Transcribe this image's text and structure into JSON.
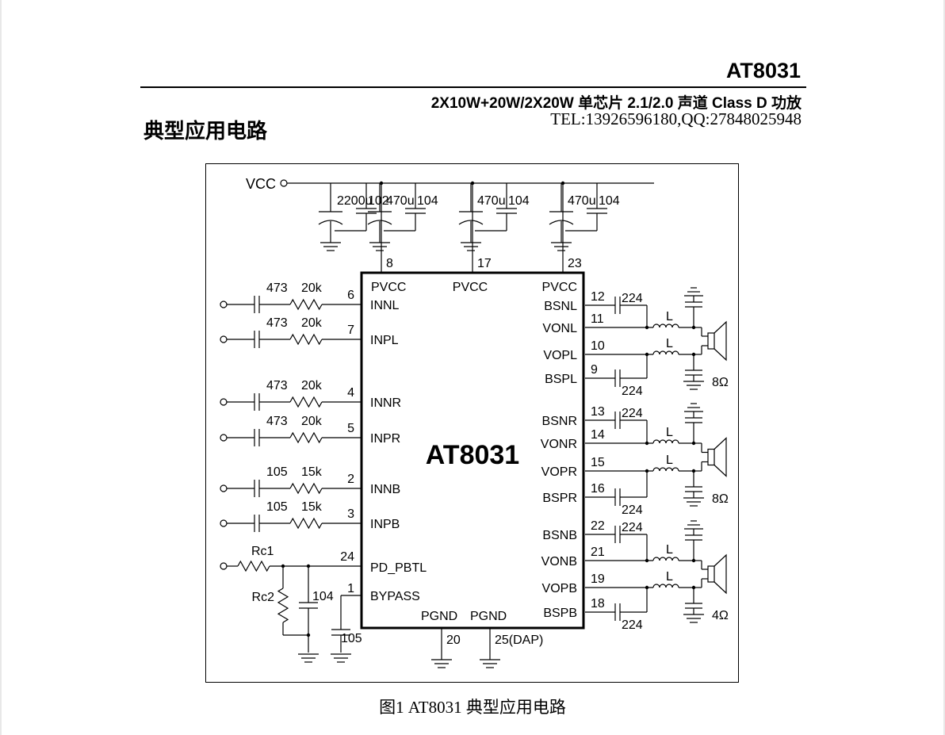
{
  "header": {
    "part_number": "AT8031",
    "subtitle": "2X10W+20W/2X20W 单芯片 2.1/2.0 声道 Class D 功放",
    "contact": "TEL:13926596180,QQ:27848025948"
  },
  "section_title": "典型应用电路",
  "schematic": {
    "chip_name": "AT8031",
    "supply": {
      "label": "VCC",
      "cap_groups": [
        {
          "bulk": "2200u",
          "decoupling": "102",
          "pin": ""
        },
        {
          "bulk": "470u",
          "decoupling": "104",
          "pin": "8"
        },
        {
          "bulk": "470u",
          "decoupling": "104",
          "pin": "17"
        },
        {
          "bulk": "470u",
          "decoupling": "104",
          "pin": "23"
        }
      ]
    },
    "top_pins": [
      "PVCC",
      "PVCC",
      "PVCC"
    ],
    "inputs": [
      {
        "cap": "473",
        "res": "20k",
        "pin": "6",
        "name": "INNL"
      },
      {
        "cap": "473",
        "res": "20k",
        "pin": "7",
        "name": "INPL"
      },
      {
        "cap": "473",
        "res": "20k",
        "pin": "4",
        "name": "INNR"
      },
      {
        "cap": "473",
        "res": "20k",
        "pin": "5",
        "name": "INPR"
      },
      {
        "cap": "105",
        "res": "15k",
        "pin": "2",
        "name": "INNB"
      },
      {
        "cap": "105",
        "res": "15k",
        "pin": "3",
        "name": "INPB"
      }
    ],
    "pd": {
      "res_top": "Rc1",
      "res_bottom": "Rc2",
      "cap": "104",
      "pin": "24",
      "name": "PD_PBTL"
    },
    "bypass": {
      "pin": "1",
      "name": "BYPASS",
      "cap": "105"
    },
    "ground_pins": [
      {
        "name": "PGND",
        "pin": "20"
      },
      {
        "name": "PGND",
        "pin": "25(DAP)"
      }
    ],
    "outputs": [
      {
        "bs1_name": "BSNL",
        "bs1_pin": "12",
        "vo1_name": "VONL",
        "vo1_pin": "11",
        "vo2_name": "VOPL",
        "vo2_pin": "10",
        "bs2_name": "BSPL",
        "bs2_pin": "9",
        "boot_cap": "224",
        "inductor": "L",
        "load": "8Ω"
      },
      {
        "bs1_name": "BSNR",
        "bs1_pin": "13",
        "vo1_name": "VONR",
        "vo1_pin": "14",
        "vo2_name": "VOPR",
        "vo2_pin": "15",
        "bs2_name": "BSPR",
        "bs2_pin": "16",
        "boot_cap": "224",
        "inductor": "L",
        "load": "8Ω"
      },
      {
        "bs1_name": "BSNB",
        "bs1_pin": "22",
        "vo1_name": "VONB",
        "vo1_pin": "21",
        "vo2_name": "VOPB",
        "vo2_pin": "19",
        "bs2_name": "BSPB",
        "bs2_pin": "18",
        "boot_cap": "224",
        "inductor": "L",
        "load": "4Ω"
      }
    ]
  },
  "caption": "图1 AT8031 典型应用电路"
}
